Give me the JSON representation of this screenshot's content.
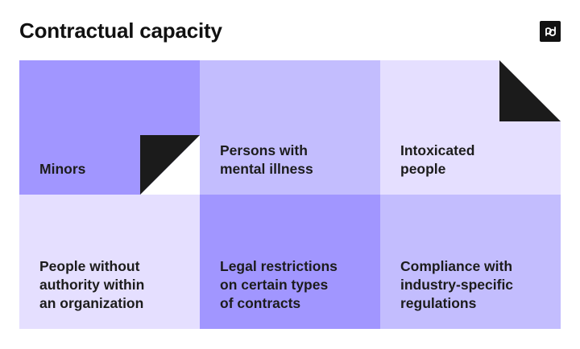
{
  "header": {
    "title": "Contractual capacity",
    "logo_icon": "pd-logo-icon"
  },
  "colors": {
    "dark_violet": "#a196ff",
    "mid_violet": "#c3bdfe",
    "light_violet": "#e5dfff",
    "fold_dark": "#1b1b1b",
    "text": "#1c1c1c"
  },
  "cells": [
    {
      "label": "Minors",
      "shade": "dark_violet",
      "fold": "bottom-right"
    },
    {
      "label": "Persons with\nmental illness",
      "shade": "mid_violet"
    },
    {
      "label": "Intoxicated\npeople",
      "shade": "light_violet",
      "fold": "top-right"
    },
    {
      "label": "People without\nauthority within\nan organization",
      "shade": "light_violet"
    },
    {
      "label": "Legal restrictions\non certain types\nof contracts",
      "shade": "dark_violet"
    },
    {
      "label": "Compliance with\nindustry-specific\nregulations",
      "shade": "mid_violet"
    }
  ]
}
